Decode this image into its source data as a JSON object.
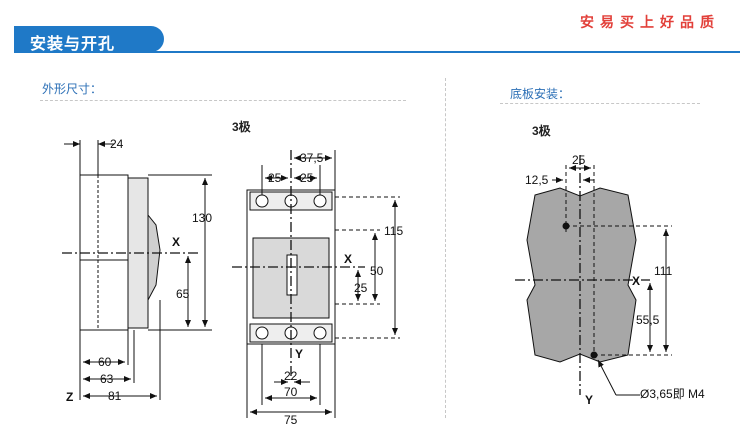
{
  "header": {
    "title": "安装与开孔",
    "brand": "安易买上好品质"
  },
  "sections": {
    "outline_label": "外形尺寸：",
    "base_label": "底板安装："
  },
  "drawings": {
    "side_view": {
      "dims": [
        "24",
        "130",
        "65",
        "60",
        "63",
        "81"
      ],
      "axis_x": "X",
      "axis_z": "Z"
    },
    "front_view": {
      "pole_label": "3极",
      "dims": [
        "37,5",
        "25",
        "25",
        "115",
        "50",
        "25",
        "22",
        "70",
        "75"
      ],
      "axis_x": "X",
      "axis_y": "Y"
    },
    "base_plate": {
      "pole_label": "3极",
      "dims": [
        "25",
        "12,5",
        "111",
        "55,5"
      ],
      "hole_label": "Ø3,65即 M4",
      "axis_x": "X",
      "axis_y": "Y"
    }
  },
  "colors": {
    "title_bar": "#1f79c7",
    "label_blue": "#2b6fb6",
    "plate_gray": "#a7a7a7",
    "breaker_gray": "#d9d9d9"
  }
}
